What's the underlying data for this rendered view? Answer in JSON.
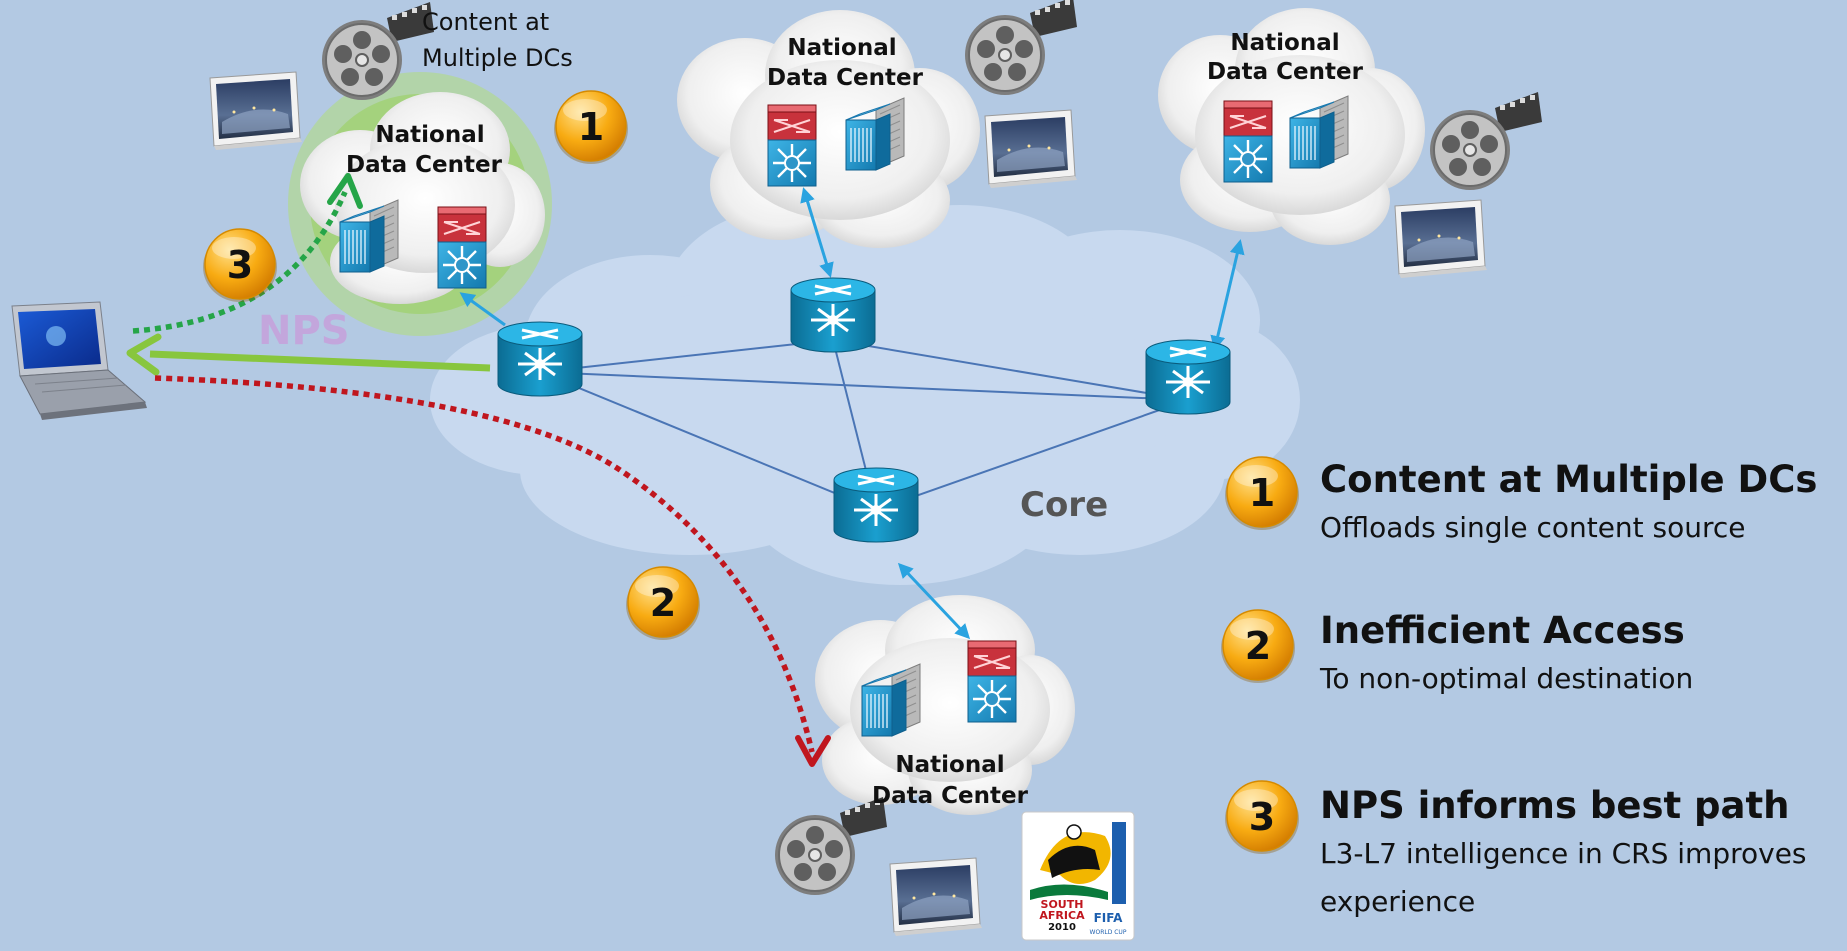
{
  "colors": {
    "background": "#b3c9e3",
    "link": "#4a75b5",
    "access_link": "#2aa3e0",
    "badge": "#f5a50c",
    "nps_green": "#88c63e",
    "nps_label": "#c3a6dc",
    "inefficient_red": "#c0161e",
    "best_path_green": "#25a548",
    "text_dark": "#111111"
  },
  "diagram": {
    "dc_label_line1": "National",
    "dc_label_line2": "Data Center",
    "nps_label": "NPS",
    "core_label": "Core",
    "content_note_line1": "Content at",
    "content_note_line2": "Multiple  DCs",
    "badges": [
      "1",
      "2",
      "3"
    ]
  },
  "logo": {
    "line1": "SOUTH",
    "line2": "AFRICA",
    "line3": "2010",
    "line4": "FIFA",
    "line5": "WORLD CUP"
  },
  "legend": [
    {
      "number": "1",
      "title": "Content at Multiple DCs",
      "lines": [
        "Offloads single content source"
      ]
    },
    {
      "number": "2",
      "title": "Inefficient Access",
      "lines": [
        "To non-optimal destination"
      ]
    },
    {
      "number": "3",
      "title": "NPS informs best path",
      "lines": [
        "L3-L7 intelligence in CRS improves",
        "experience"
      ]
    }
  ],
  "icons": [
    "router-icon",
    "switch-icon",
    "server-icon",
    "firewall-icon",
    "film-reel-icon",
    "video-thumbnail-icon",
    "laptop-icon"
  ]
}
